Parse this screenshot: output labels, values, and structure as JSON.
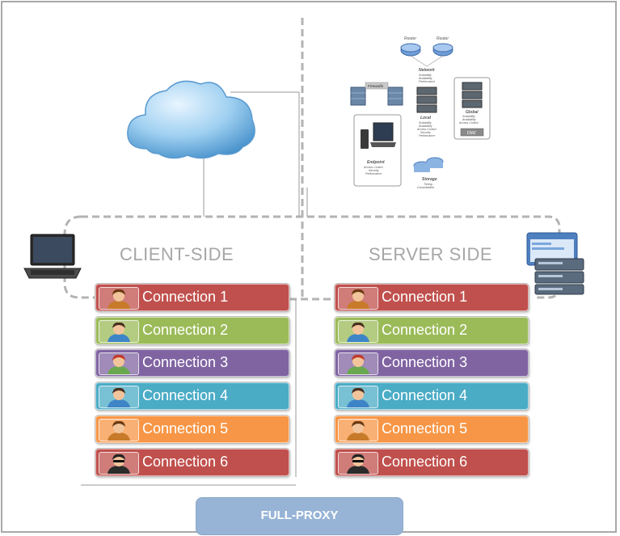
{
  "sides": {
    "client_label": "CLIENT-SIDE",
    "server_label": "SERVER SIDE"
  },
  "connections": {
    "client": [
      {
        "label": "Connection 1",
        "color": "#c0504d",
        "avatar": "woman-avatar-icon"
      },
      {
        "label": "Connection 2",
        "color": "#9bbb59",
        "avatar": "man-avatar-icon"
      },
      {
        "label": "Connection 3",
        "color": "#8064a2",
        "avatar": "redhead-avatar-icon"
      },
      {
        "label": "Connection 4",
        "color": "#4bacc6",
        "avatar": "man-avatar-icon"
      },
      {
        "label": "Connection 5",
        "color": "#f79646",
        "avatar": "woman-avatar-icon"
      },
      {
        "label": "Connection 6",
        "color": "#c0504d",
        "avatar": "agent-avatar-icon"
      }
    ],
    "server": [
      {
        "label": "Connection 1",
        "color": "#c0504d",
        "avatar": "woman-avatar-icon"
      },
      {
        "label": "Connection 2",
        "color": "#9bbb59",
        "avatar": "man-avatar-icon"
      },
      {
        "label": "Connection 3",
        "color": "#8064a2",
        "avatar": "redhead-avatar-icon"
      },
      {
        "label": "Connection 4",
        "color": "#4bacc6",
        "avatar": "man-avatar-icon"
      },
      {
        "label": "Connection 5",
        "color": "#f79646",
        "avatar": "woman-avatar-icon"
      },
      {
        "label": "Connection 6",
        "color": "#c0504d",
        "avatar": "agent-avatar-icon"
      }
    ]
  },
  "footer": {
    "label": "FULL-PROXY"
  },
  "network_diagram": {
    "router_1": "Router",
    "router_2": "Router",
    "network_title": "Network",
    "network_lines": [
      "Scalability",
      "Availability",
      "Performance"
    ],
    "firewalls": "Firewalls",
    "local_title": "Local",
    "local_lines": [
      "Scalability",
      "Availability",
      "Access Control",
      "Security",
      "Performance"
    ],
    "global_title": "Global",
    "global_lines": [
      "Scalability",
      "Availability",
      "Access Control"
    ],
    "dmz": "DMZ",
    "endpoint_title": "Endpoint",
    "endpoint_lines": [
      "Access Control",
      "Security",
      "Performance"
    ],
    "storage_title": "Storage",
    "storage_lines": [
      "Tiering",
      "Consolidation"
    ]
  },
  "icons": {
    "cloud": "cloud-icon",
    "laptop": "laptop-icon",
    "server": "server-stack-icon"
  }
}
